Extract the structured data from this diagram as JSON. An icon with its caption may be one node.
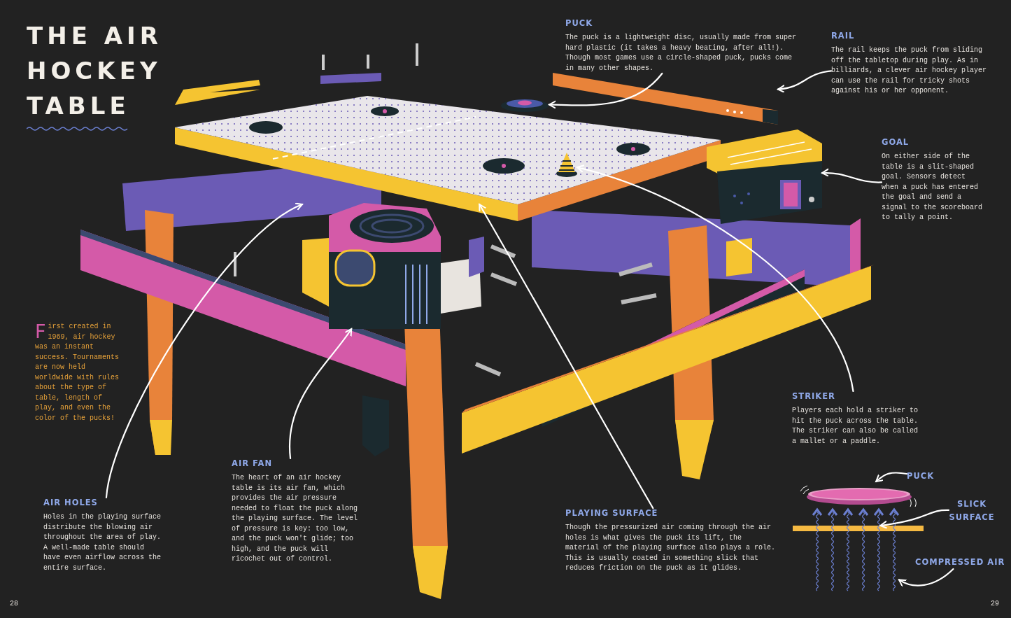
{
  "diagram": {
    "title": "THE AIR HOCKEY TABLE",
    "nodes": [
      {
        "text": [
          "PUCK",
          "The puck is a lightweight disc, usually made from super hard plastic (it takes a heavy beating, after all!). Though most games use a circle-shaped puck, pucks come in many other shapes."
        ]
      },
      {
        "text": [
          "RAIL",
          "The rail keeps the puck from sliding off the tabletop during play. As in billiards, a clever air hockey player can use the rail for tricky shots against his or her opponent."
        ]
      },
      {
        "text": [
          "GOAL",
          "On either side of the table is a slit-shaped goal. Sensors detect when a puck has entered the goal and send a signal to the scoreboard to tally a point."
        ]
      },
      {
        "text": [
          "STRIKER",
          "Players each hold a striker to hit the puck across the table. The striker can also be called a mallet or a paddle."
        ]
      },
      {
        "text": [
          "AIR FAN",
          "The heart of an air hockey table is its air fan, which provides the air pressure needed to float the puck along the playing surface. The level of pressure is key: too low, and the puck won't glide; too high, and the puck will ricochet out of control."
        ]
      },
      {
        "text": [
          "AIR HOLES",
          "Holes in the playing surface distribute the blowing air throughout the area of play. A well-made table should have even airflow across the entire surface."
        ]
      },
      {
        "text": [
          "PLAYING SURFACE",
          "Though the pressurized air coming through the air holes is what gives the puck its lift, the material of the playing surface also plays a role. This is usually coated in something slick that reduces friction on the puck as it glides."
        ]
      },
      {
        "text": [
          "PUCK"
        ]
      },
      {
        "text": [
          "SLICK SURFACE"
        ]
      },
      {
        "text": [
          "COMPRESSED AIR"
        ]
      },
      {
        "text": [],
        "shape": "picture"
      },
      {
        "text": [],
        "shape": "bar"
      },
      {
        "text": [],
        "shape": "picture"
      },
      {
        "text": [],
        "shape": "picture"
      },
      {
        "text": [],
        "shape": "picture",
        "in": 13
      },
      {
        "text": [],
        "shape": "picture"
      },
      {
        "text": [],
        "shape": "picture"
      },
      {
        "text": [],
        "shape": "bar"
      },
      {
        "text": [],
        "shape": "picture"
      }
    ],
    "edges": [
      {
        "from": 0,
        "to": 10,
        "arrow": "to"
      },
      {
        "from": 1,
        "to": 11,
        "arrow": "to"
      },
      {
        "from": 2,
        "to": 12,
        "arrow": "to"
      },
      {
        "from": 3,
        "to": 14,
        "arrow": "to"
      },
      {
        "from": 4,
        "to": 15,
        "arrow": "to"
      },
      {
        "from": 5,
        "to": 13,
        "arrow": "to"
      },
      {
        "from": 6,
        "to": 13,
        "arrow": "to"
      },
      {
        "from": 7,
        "to": 16,
        "arrow": "to"
      },
      {
        "from": 8,
        "to": 17,
        "arrow": "to"
      },
      {
        "from": 9,
        "to": 18,
        "arrow": "to"
      }
    ],
    "labels": [
      "First created in 1969, air hockey was an instant success. Tournaments are now held worldwide with rules about the type of table, length of play, and even the color of the pucks!",
      "28",
      "29"
    ]
  }
}
